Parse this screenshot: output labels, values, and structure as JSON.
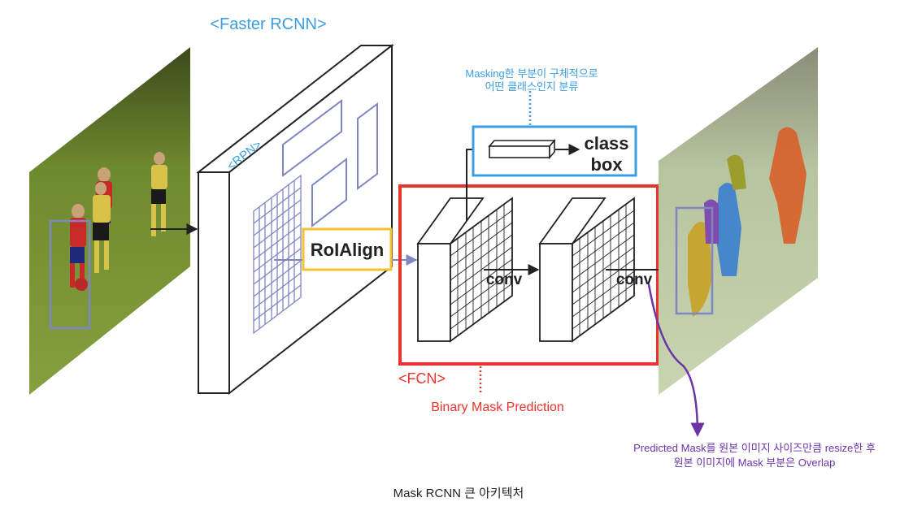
{
  "labels": {
    "faster_rcnn": "<Faster RCNN>",
    "rpn": "<RPN>",
    "roialign": "RoIAlign",
    "class": "class",
    "box": "box",
    "conv1": "conv",
    "conv2": "conv",
    "fcn": "<FCN>",
    "binary_mask": "Binary Mask Prediction",
    "masking_note_1": "Masking한 부분이 구체적으로",
    "masking_note_2": "어떤 클래스인지 분류",
    "predicted_note_1": "Predicted Mask를 원본 이미지 사이즈만큼 resize한 후",
    "predicted_note_2": "원본 이미지에 Mask 부분은 Overlap",
    "caption": "Mask RCNN 큰 아키텍처"
  },
  "colors": {
    "blue": "#3b9ee0",
    "red": "#e8342a",
    "yellow": "#f2c230",
    "purple": "#6a35a8",
    "roi": "#7f86c4",
    "black": "#222222"
  }
}
